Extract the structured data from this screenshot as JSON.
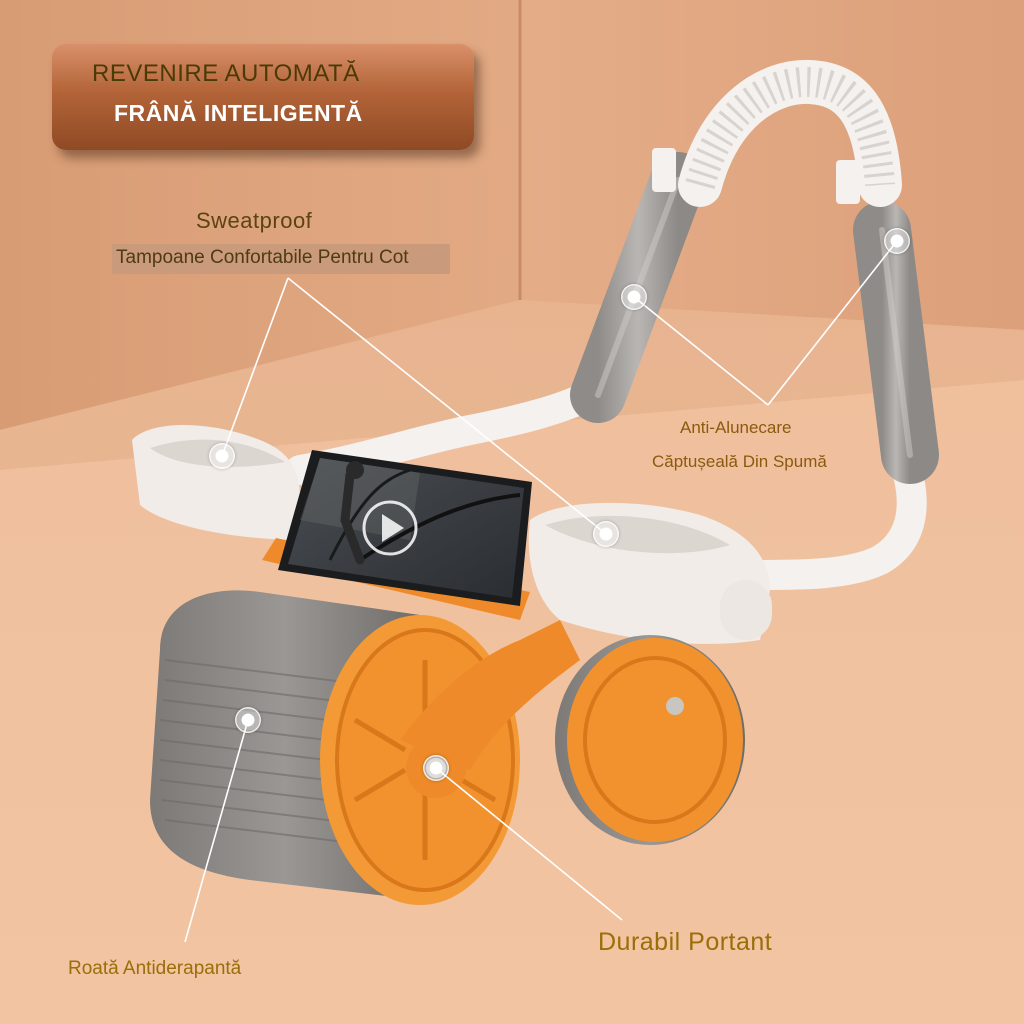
{
  "badge": {
    "line1": "REVENIRE AUTOMATĂ",
    "line2": "FRÂNĂ INTELIGENTĂ"
  },
  "callouts": {
    "sweatproof": "Sweatproof",
    "elbow_pads": "Tampoane Confortabile Pentru Cot",
    "anti_slip": "Anti-Alunecare",
    "foam_padding": "Căptușeală Din Spumă",
    "durable": "Durabil Portant",
    "wheel": "Roată Antiderapantă"
  },
  "colors": {
    "background": "#e9b48f",
    "wheel_orange": "#f2922e",
    "wheel_gray": "#8f8c89",
    "handle_white": "#f4f1ee",
    "foam_gray": "#a9a6a3",
    "label_gold": "#9a6e08"
  },
  "icons": [
    "callout-dot-icon",
    "play-icon"
  ]
}
